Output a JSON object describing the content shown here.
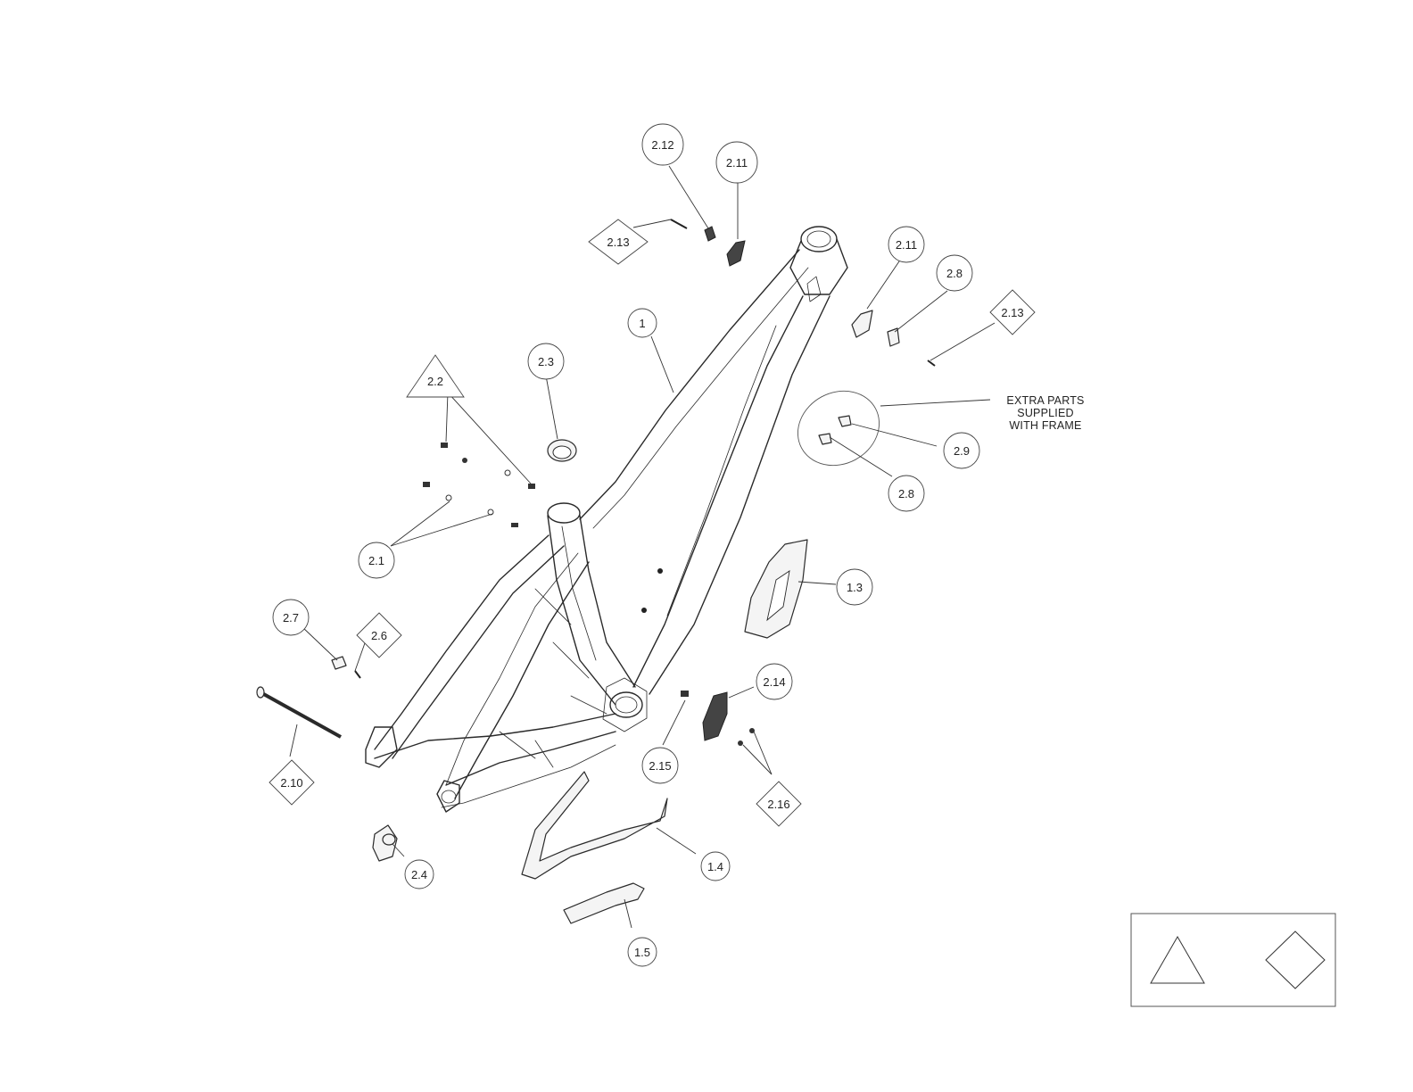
{
  "callouts_circle": [
    {
      "id": "c-2-12",
      "label": "2.12"
    },
    {
      "id": "c-2-11-top",
      "label": "2.11"
    },
    {
      "id": "c-2-11-right",
      "label": "2.11"
    },
    {
      "id": "c-2-8-top",
      "label": "2.8"
    },
    {
      "id": "c-1",
      "label": "1"
    },
    {
      "id": "c-2-3",
      "label": "2.3"
    },
    {
      "id": "c-2-9",
      "label": "2.9"
    },
    {
      "id": "c-2-8-bottom",
      "label": "2.8"
    },
    {
      "id": "c-2-1",
      "label": "2.1"
    },
    {
      "id": "c-1-3",
      "label": "1.3"
    },
    {
      "id": "c-2-7",
      "label": "2.7"
    },
    {
      "id": "c-2-14",
      "label": "2.14"
    },
    {
      "id": "c-2-15",
      "label": "2.15"
    },
    {
      "id": "c-1-4",
      "label": "1.4"
    },
    {
      "id": "c-2-4",
      "label": "2.4"
    },
    {
      "id": "c-1-5",
      "label": "1.5"
    }
  ],
  "callouts_diamond": [
    {
      "id": "d-2-13-left",
      "label": "2.13"
    },
    {
      "id": "d-2-13-right",
      "label": "2.13"
    },
    {
      "id": "d-2-6",
      "label": "2.6"
    },
    {
      "id": "d-2-10",
      "label": "2.10"
    },
    {
      "id": "d-2-16",
      "label": "2.16"
    }
  ],
  "callouts_triangle": [
    {
      "id": "t-2-2",
      "label": "2.2"
    }
  ],
  "extra_parts_note": [
    "EXTRA PARTS",
    "SUPPLIED",
    "WITH FRAME"
  ],
  "legend": {
    "symbols": [
      "triangle",
      "diamond"
    ]
  }
}
